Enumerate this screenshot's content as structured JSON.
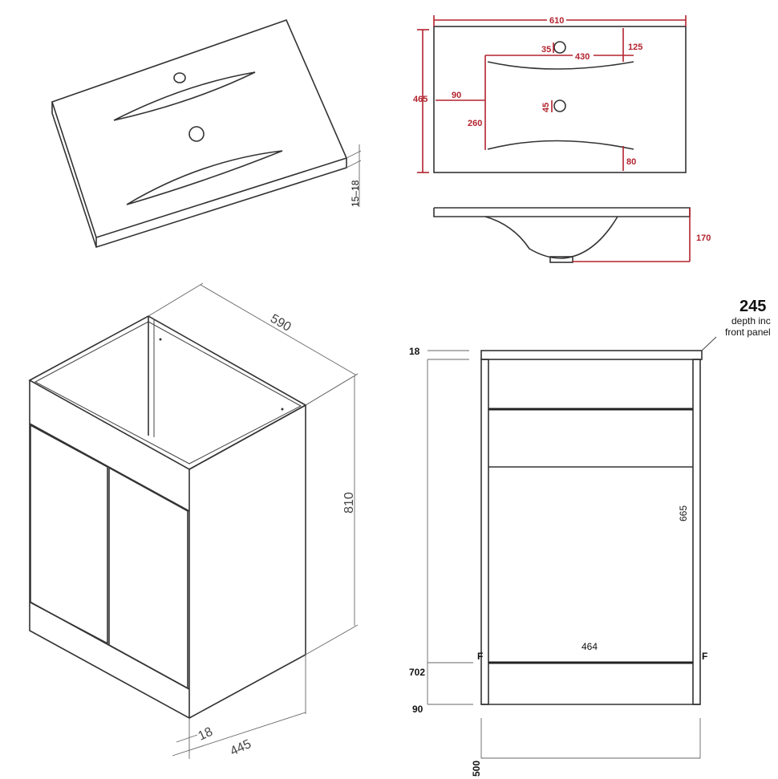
{
  "basin_iso": {
    "thickness_label": "15–18"
  },
  "basin_plan": {
    "width": "610",
    "depth": "465",
    "tap_hole": "35",
    "basin_width": "430",
    "back_offset": "125",
    "side_offset": "90",
    "waste_hole": "45",
    "basin_depth": "260",
    "front_offset": "80"
  },
  "basin_section": {
    "height": "170"
  },
  "cabinet_iso": {
    "width": "590",
    "height": "810",
    "panel": "18",
    "depth": "445"
  },
  "cabinet_front": {
    "top_depth": "245",
    "depth_note_1": "depth inc",
    "depth_note_2": "front panel",
    "top_thickness": "18",
    "inner_height": "665",
    "inner_width": "464",
    "lower_height": "702",
    "plinth": "90",
    "width": "500"
  }
}
